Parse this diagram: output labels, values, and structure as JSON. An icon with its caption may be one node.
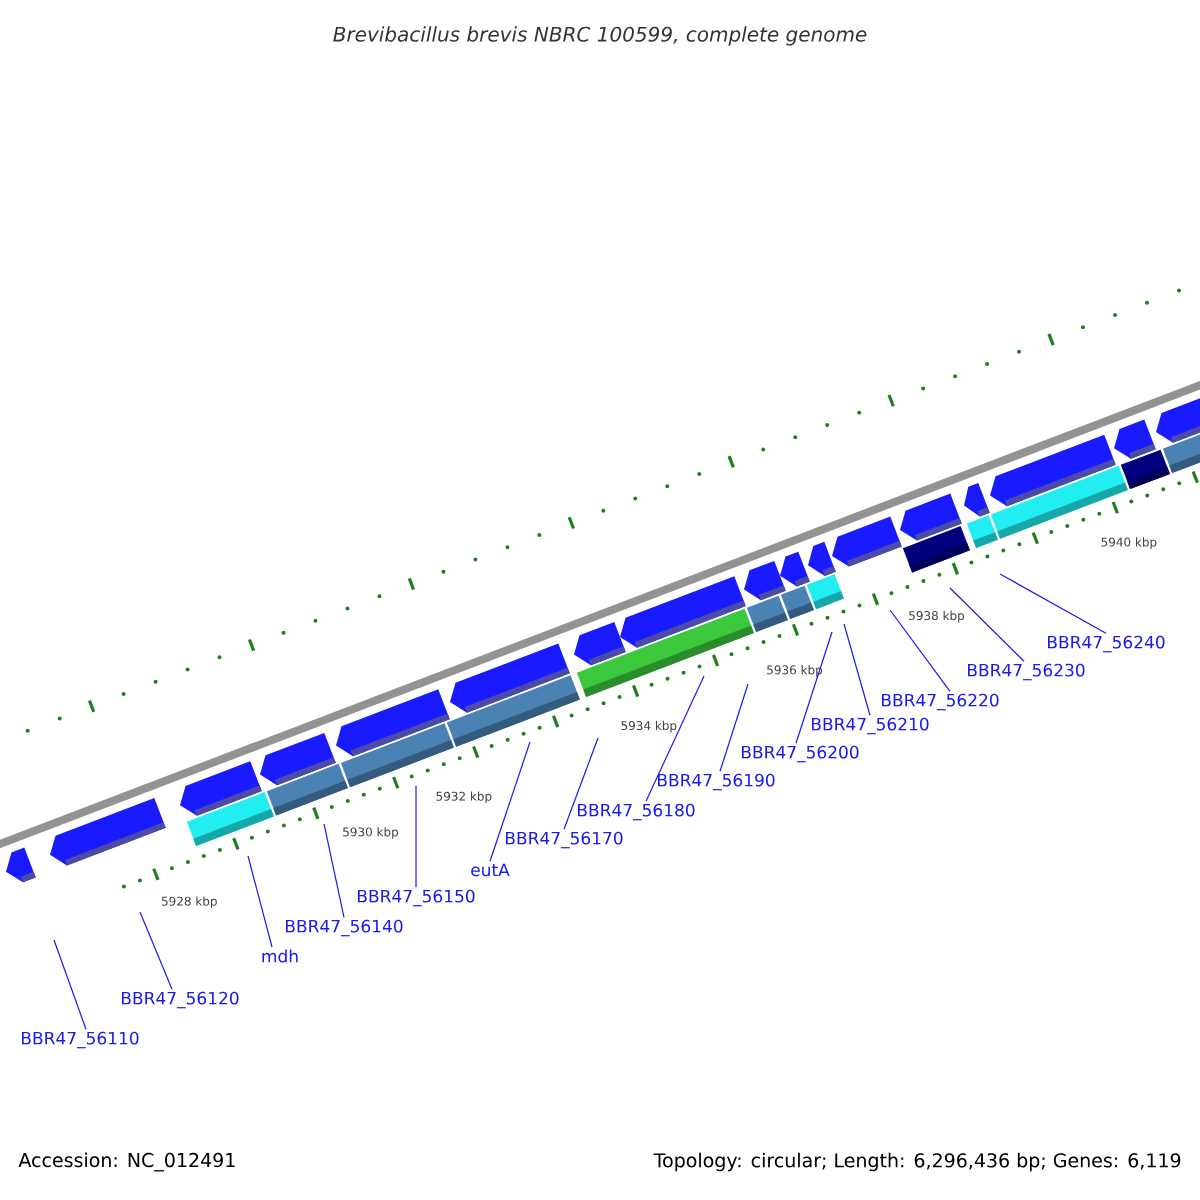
{
  "diagram": {
    "title": "Brevibacillus brevis NBRC 100599, complete genome",
    "nodes": [
      {
        "text": [
          "BBR47_56110"
        ]
      },
      {
        "text": [
          "BBR47_56120"
        ]
      },
      {
        "text": [
          "mdh"
        ]
      },
      {
        "text": [
          "BBR47_56140"
        ]
      },
      {
        "text": [
          "BBR47_56150"
        ]
      },
      {
        "text": [
          "eutA"
        ]
      },
      {
        "text": [
          "BBR47_56170"
        ]
      },
      {
        "text": [
          "BBR47_56180"
        ]
      },
      {
        "text": [
          "BBR47_56190"
        ]
      },
      {
        "text": [
          "BBR47_56200"
        ]
      },
      {
        "text": [
          "BBR47_56210"
        ]
      },
      {
        "text": [
          "BBR47_56220"
        ]
      },
      {
        "text": [
          "BBR47_56230"
        ]
      },
      {
        "text": [
          "BBR47_56240"
        ]
      }
    ],
    "edges": [
      {
        "from": 0,
        "to": null,
        "arrow": "none"
      },
      {
        "from": 1,
        "to": null,
        "arrow": "none"
      },
      {
        "from": 2,
        "to": null,
        "arrow": "none"
      },
      {
        "from": 3,
        "to": null,
        "arrow": "none"
      },
      {
        "from": 4,
        "to": null,
        "arrow": "none"
      },
      {
        "from": 5,
        "to": null,
        "arrow": "none"
      },
      {
        "from": 6,
        "to": null,
        "arrow": "none"
      },
      {
        "from": 7,
        "to": null,
        "arrow": "none"
      },
      {
        "from": 8,
        "to": null,
        "arrow": "none"
      },
      {
        "from": 9,
        "to": null,
        "arrow": "none"
      },
      {
        "from": 10,
        "to": null,
        "arrow": "none"
      },
      {
        "from": 11,
        "to": null,
        "arrow": "none"
      },
      {
        "from": 12,
        "to": null,
        "arrow": "none"
      },
      {
        "from": 13,
        "to": null,
        "arrow": "none"
      }
    ],
    "labels": [
      "5928 kbp",
      "5930 kbp",
      "5932 kbp",
      "5934 kbp",
      "5936 kbp",
      "5938 kbp",
      "5940 kbp",
      "Accession: NC_012491",
      "Topology: circular; Length: 6,296,436 bp; Genes: 6,119"
    ]
  }
}
